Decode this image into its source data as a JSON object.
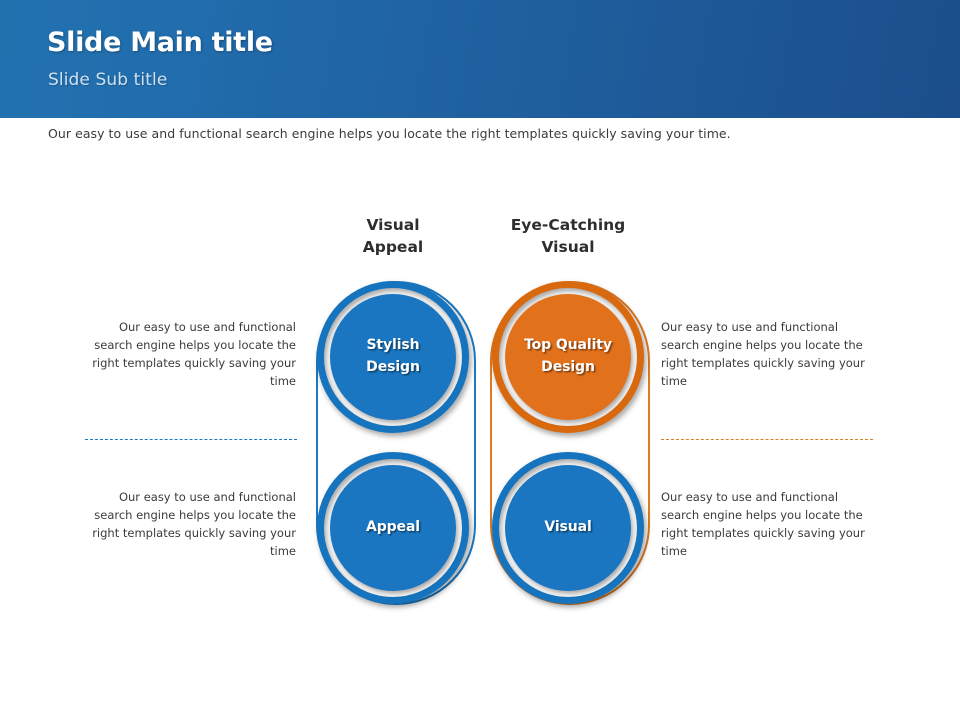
{
  "theme": {
    "header_gradient_from": "#2272b0",
    "header_gradient_to": "#1b4e8b",
    "accent_blue": "#1a76c0",
    "accent_blue_ring": "#1574bd",
    "accent_blue_outline": "#1c7ac4",
    "accent_orange": "#e2711c",
    "accent_orange_ring": "#d9690e",
    "accent_orange_outline": "#e07a1f",
    "body_text": "#3b3b3b",
    "heading_text": "#2e2e2e",
    "subtitle_text": "#cfe0ef",
    "background": "#ffffff"
  },
  "header": {
    "title": "Slide Main title",
    "subtitle": "Slide Sub title"
  },
  "intro": {
    "text": "Our easy to use and functional search engine helps you locate the right templates quickly saving your time."
  },
  "columns": [
    {
      "id": "visual-appeal",
      "heading": "Visual\nAppeal",
      "heading_line1": "Visual",
      "heading_line2": "Appeal",
      "outline_color": "#1c7ac4",
      "divider_color": "#1c7ac4",
      "nodes": [
        {
          "label": "Stylish\nDesign",
          "label_line1": "Stylish",
          "label_line2": "Design",
          "fill": "#1a76c0",
          "ring": "#1574bd"
        },
        {
          "label": "Appeal",
          "label_line1": "Appeal",
          "label_line2": "",
          "fill": "#1a76c0",
          "ring": "#1574bd"
        }
      ]
    },
    {
      "id": "eye-catching-visual",
      "heading": "Eye-Catching\nVisual",
      "heading_line1": "Eye-Catching",
      "heading_line2": "Visual",
      "outline_color": "#e07a1f",
      "divider_color": "#d9811f",
      "nodes": [
        {
          "label": "Top Quality\nDesign",
          "label_line1": "Top Quality",
          "label_line2": "Design",
          "fill": "#e2711c",
          "ring": "#d9690e"
        },
        {
          "label": "Visual",
          "label_line1": "Visual",
          "label_line2": "",
          "fill": "#1a76c0",
          "ring": "#1574bd"
        }
      ]
    }
  ],
  "descriptions": {
    "left_top": "Our easy to use and functional search engine helps you locate the right templates quickly saving your time",
    "left_bottom": "Our easy to use and functional search engine helps you locate the right templates quickly saving your time",
    "right_top": "Our easy to use and functional search engine helps you locate the right templates quickly saving your time",
    "right_bottom": "Our easy to use and functional search engine helps you locate the right templates quickly saving your time"
  }
}
